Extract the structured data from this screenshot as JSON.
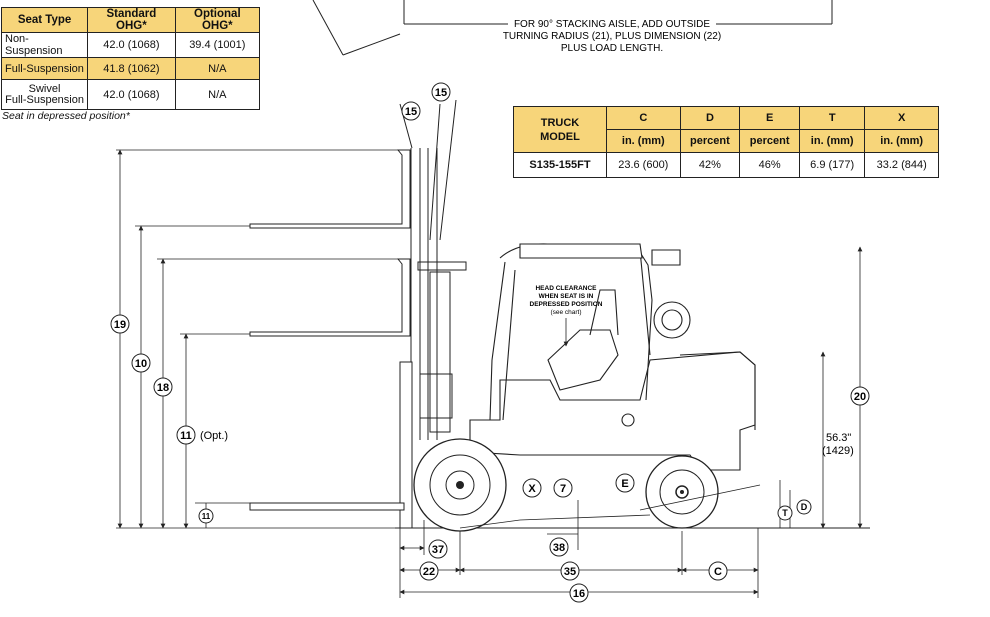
{
  "seat_table": {
    "headers": [
      "Seat Type",
      "Standard OHG*",
      "Optional OHG*"
    ],
    "rows": [
      {
        "type": "Non-Suspension",
        "standard": "42.0 (1068)",
        "optional": "39.4 (1001)"
      },
      {
        "type": "Full-Suspension",
        "standard": "41.8 (1062)",
        "optional": "N/A"
      },
      {
        "type_line1": "Swivel",
        "type_line2": "Full-Suspension",
        "standard": "42.0 (1068)",
        "optional": "N/A"
      }
    ],
    "note": "Seat in depressed position*"
  },
  "truck_table": {
    "model_header_line1": "TRUCK",
    "model_header_line2": "MODEL",
    "columns": [
      "C",
      "D",
      "E",
      "T",
      "X"
    ],
    "units": [
      "in. (mm)",
      "percent",
      "percent",
      "in. (mm)",
      "in. (mm)"
    ],
    "row": {
      "model": "S135-155FT",
      "values": [
        "23.6 (600)",
        "42%",
        "46%",
        "6.9 (177)",
        "33.2 (844)"
      ]
    }
  },
  "turning_note": {
    "line1": "FOR 90° STACKING AISLE, ADD OUTSIDE",
    "line2": "TURNING RADIUS (21), PLUS DIMENSION (22)",
    "line3": "PLUS LOAD LENGTH."
  },
  "head_clearance": {
    "line1": "HEAD CLEARANCE",
    "line2": "WHEN SEAT IS IN",
    "line3": "DEPRESSED POSITION",
    "line4": "(see chart)"
  },
  "callouts": {
    "c15a": "15",
    "c15b": "15",
    "c19": "19",
    "c10": "10",
    "c18": "18",
    "c11": "11",
    "c11_opt": "(Opt.)",
    "c11_small": "11",
    "c20": "20",
    "cX": "X",
    "c7": "7",
    "cE": "E",
    "cT": "T",
    "cD": "D",
    "c37": "37",
    "c38": "38",
    "c22": "22",
    "c35": "35",
    "cC": "C",
    "c16": "16"
  },
  "dimension_563": {
    "line1": "56.3\"",
    "line2": "(1429)"
  },
  "colors": {
    "accent": "#f7d57a",
    "line": "#222222"
  }
}
